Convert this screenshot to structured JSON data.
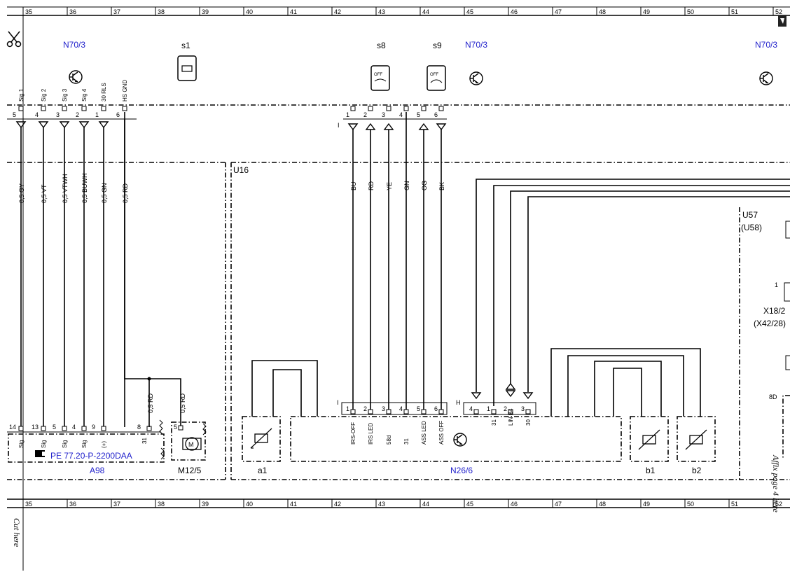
{
  "grid": {
    "top_numbers": [
      "35",
      "36",
      "37",
      "38",
      "39",
      "40",
      "41",
      "42",
      "43",
      "44",
      "45",
      "46",
      "47",
      "48",
      "49",
      "50",
      "51",
      "52"
    ],
    "bottom_numbers": [
      "35",
      "36",
      "37",
      "38",
      "39",
      "40",
      "41",
      "42",
      "43",
      "44",
      "45",
      "46",
      "47",
      "48",
      "49",
      "50",
      "51",
      "52"
    ]
  },
  "header": {
    "n70_left": "N70/3",
    "n70_mid": "N70/3",
    "n70_right": "N70/3",
    "s1": "s1",
    "s8": "s8",
    "s9": "s9"
  },
  "connector_left": {
    "signals": [
      "Sig 1",
      "Sig 2",
      "Sig 3",
      "Sig 4",
      "30 RLS",
      "HS GND"
    ],
    "pins": [
      "5",
      "4",
      "3",
      "2",
      "1",
      "6"
    ],
    "wires": [
      "0,5 GY",
      "0,5 VT",
      "0,5 VTWH",
      "0,5 BUWH",
      "0,5 GN",
      "0,5 RD"
    ]
  },
  "connector_mid": {
    "marker": "I",
    "pins": [
      "1",
      "2",
      "3",
      "4",
      "5",
      "6"
    ],
    "wires": [
      "BU",
      "RD",
      "YE",
      "GN",
      "OG",
      "BK"
    ]
  },
  "u16": "U16",
  "u57": "U57",
  "u58": "(U58)",
  "x18": "X18/2",
  "x42": "(X42/28)",
  "pin_1": "1",
  "pin_8d": "8D",
  "a98": {
    "pins": [
      "14",
      "13",
      "5",
      "4",
      "9",
      "8"
    ],
    "sigs": [
      "Sig",
      "Sig",
      "Sig",
      "Sig",
      "(+)"
    ],
    "pin31": "31",
    "ref": "PE 77.20-P-2200DAA",
    "name": "A98"
  },
  "m12": {
    "pin": "5",
    "motor": "M",
    "name": "M12/5",
    "wire1": "0,5 RD",
    "wire2": "0,5 RD"
  },
  "n26": {
    "marker_i": "I",
    "marker_h": "H",
    "i_pins": [
      "1",
      "2",
      "3",
      "4",
      "5",
      "6"
    ],
    "i_signals": [
      "IRS-OFF",
      "IRS LED",
      "58d",
      "31",
      "ASS LED",
      "ASS OFF"
    ],
    "h_pins": [
      "4",
      "1",
      "2",
      "3"
    ],
    "h_signals": [
      "31",
      "LIN B4",
      "30"
    ],
    "name": "N26/6"
  },
  "sensors": {
    "a1": "a1",
    "b1": "b1",
    "b2": "b2"
  },
  "side_text": {
    "cut_here": "Cut here",
    "affix": "Affix page 4 here"
  },
  "colors": {
    "label_blue": "#2222cc",
    "line": "#000000"
  }
}
